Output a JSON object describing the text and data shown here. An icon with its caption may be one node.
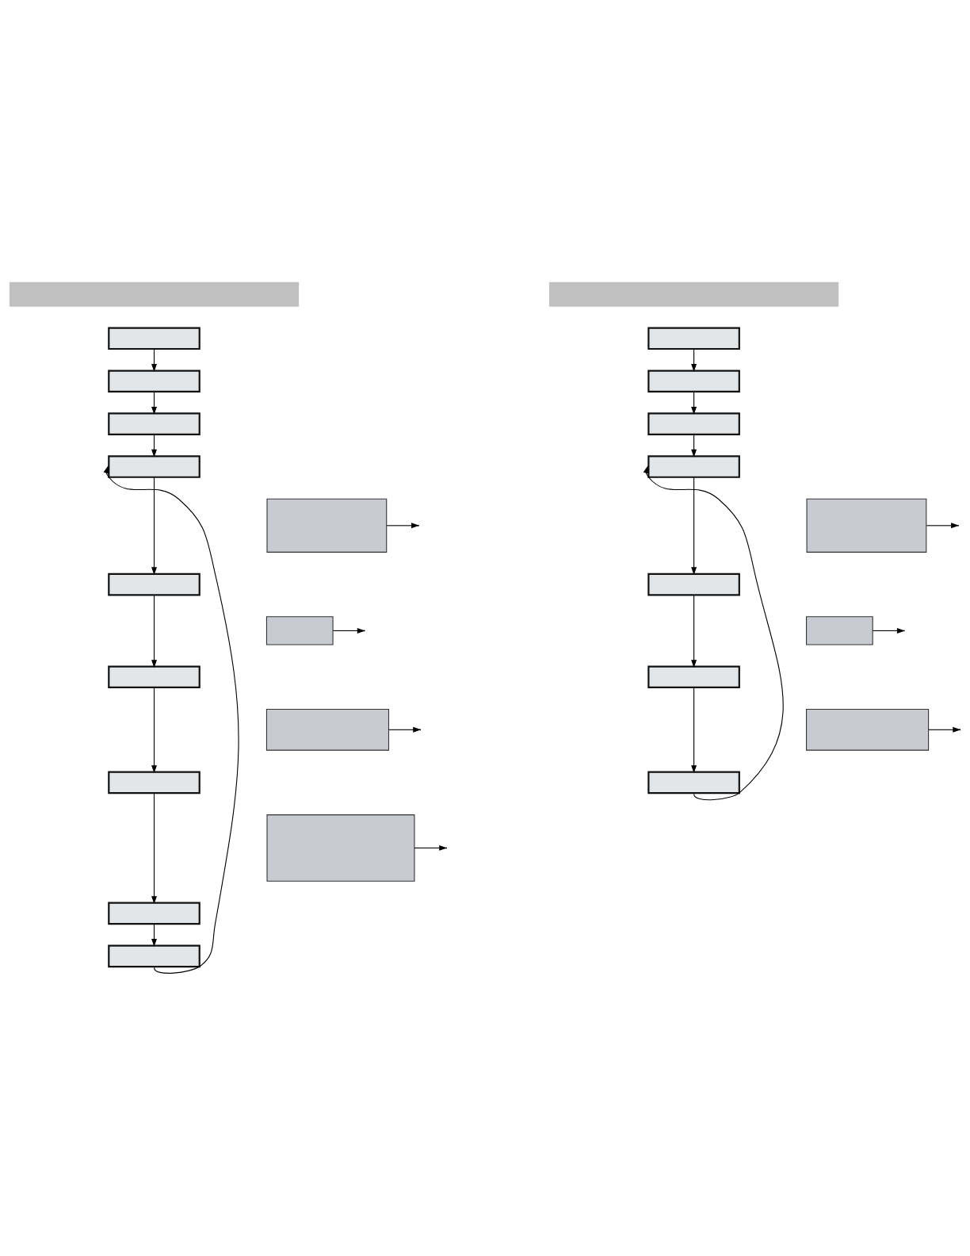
{
  "diagram": {
    "nodes": [
      {
        "text": [],
        "shape": "bar"
      },
      {
        "text": [],
        "shape": "box"
      },
      {
        "text": [],
        "shape": "box"
      },
      {
        "text": [],
        "shape": "box"
      },
      {
        "text": [],
        "shape": "box"
      },
      {
        "text": [],
        "shape": "box"
      },
      {
        "text": [],
        "shape": "box"
      },
      {
        "text": [],
        "shape": "box"
      },
      {
        "text": [],
        "shape": "box"
      },
      {
        "text": [],
        "shape": "box"
      },
      {
        "text": [],
        "shape": "box"
      },
      {
        "text": [],
        "shape": "box"
      },
      {
        "text": [],
        "shape": "box"
      },
      {
        "text": [],
        "shape": "box"
      },
      {
        "text": [],
        "shape": "bar"
      },
      {
        "text": [],
        "shape": "box"
      },
      {
        "text": [],
        "shape": "box"
      },
      {
        "text": [],
        "shape": "box"
      },
      {
        "text": [],
        "shape": "box"
      },
      {
        "text": [],
        "shape": "box"
      },
      {
        "text": [],
        "shape": "box"
      },
      {
        "text": [],
        "shape": "box"
      },
      {
        "text": [],
        "shape": "box"
      },
      {
        "text": [],
        "shape": "box"
      },
      {
        "text": [],
        "shape": "box"
      }
    ],
    "edges": [
      {
        "from": 1,
        "to": 2,
        "arrow": "to"
      },
      {
        "from": 2,
        "to": 3,
        "arrow": "to"
      },
      {
        "from": 3,
        "to": 4,
        "arrow": "to"
      },
      {
        "from": 4,
        "to": 5,
        "arrow": "to"
      },
      {
        "from": 5,
        "to": 6,
        "arrow": "to"
      },
      {
        "from": 6,
        "to": 7,
        "arrow": "to"
      },
      {
        "from": 7,
        "to": 8,
        "arrow": "to"
      },
      {
        "from": 8,
        "to": 9,
        "arrow": "to"
      },
      {
        "from": 9,
        "to": 4,
        "arrow": "to"
      },
      {
        "from": 10,
        "to": null,
        "arrow": "to"
      },
      {
        "from": 11,
        "to": null,
        "arrow": "to"
      },
      {
        "from": 12,
        "to": null,
        "arrow": "to"
      },
      {
        "from": 13,
        "to": null,
        "arrow": "to"
      },
      {
        "from": 15,
        "to": 16,
        "arrow": "to"
      },
      {
        "from": 16,
        "to": 17,
        "arrow": "to"
      },
      {
        "from": 17,
        "to": 18,
        "arrow": "to"
      },
      {
        "from": 18,
        "to": 19,
        "arrow": "to"
      },
      {
        "from": 19,
        "to": 20,
        "arrow": "to"
      },
      {
        "from": 20,
        "to": 21,
        "arrow": "to"
      },
      {
        "from": 21,
        "to": 18,
        "arrow": "to"
      },
      {
        "from": 22,
        "to": null,
        "arrow": "to"
      },
      {
        "from": 23,
        "to": null,
        "arrow": "to"
      },
      {
        "from": 24,
        "to": null,
        "arrow": "to"
      }
    ]
  }
}
